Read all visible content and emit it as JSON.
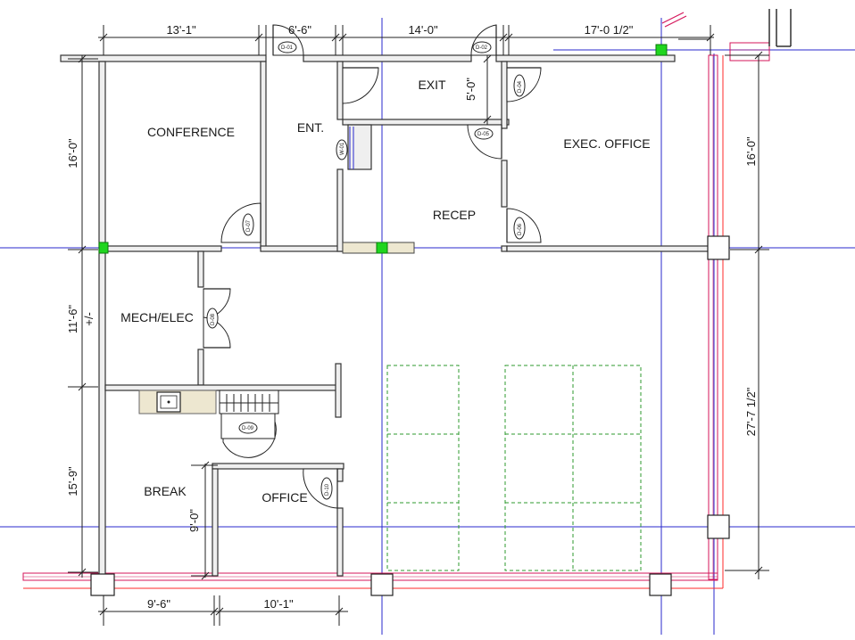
{
  "rooms": {
    "conference": "CONFERENCE",
    "entry": "ENT.",
    "exit": "EXIT",
    "exec_office": "EXEC. OFFICE",
    "recep": "RECEP",
    "mech_elec": "MECH/ELEC",
    "break": "BREAK",
    "office": "OFFICE"
  },
  "dimensions": {
    "top_conference": "13'-1\"",
    "top_ent": "6'-6\"",
    "top_exit": "14'-0\"",
    "top_exec": "17'-0 1/2\"",
    "exit_height": "5'-0\"",
    "left_conference": "16'-0\"",
    "left_mech": "11'-6\"",
    "left_mech_tol": "+/-",
    "left_break": "15'-9\"",
    "office_height": "9'-0\"",
    "right_exec": "16'-0\"",
    "right_lower": "27'-7 1/2\"",
    "bottom_break": "9'-6\"",
    "bottom_office": "10'-1\""
  },
  "door_tags": {
    "d01": "D-01",
    "d02": "D-02",
    "d04": "D-04",
    "d05": "D-05",
    "d06": "D-06",
    "d07": "D-07",
    "d08": "D-08",
    "d09": "D-09",
    "d10": "D-10",
    "w01": "W-01"
  },
  "colors": {
    "grid_line": "#2a2acc",
    "column_marker": "#1fd51f",
    "window_wall": "#d4145a",
    "furniture_dash": "#2e9a2e",
    "counter": "#ede7d0"
  }
}
